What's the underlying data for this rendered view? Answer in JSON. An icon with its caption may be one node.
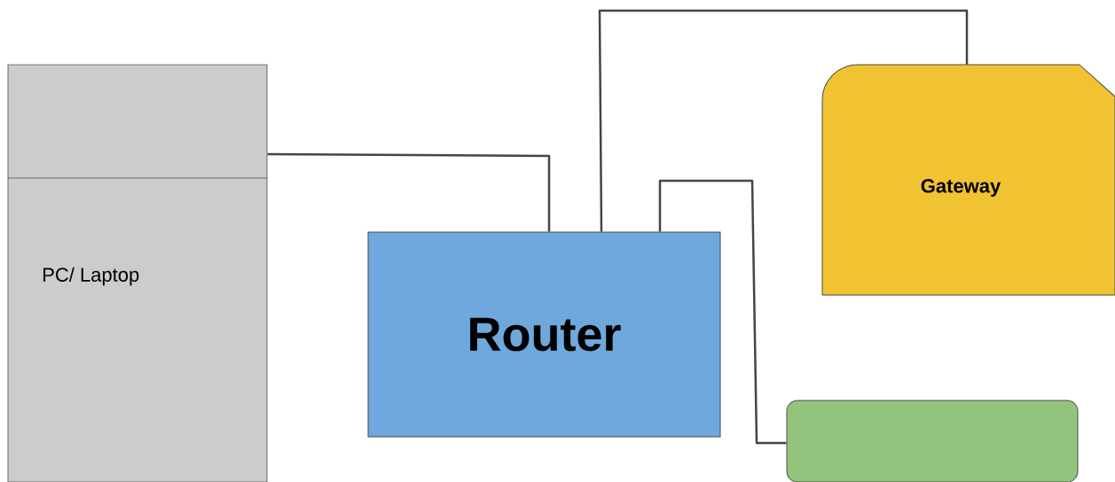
{
  "diagram": {
    "nodes": [
      {
        "text": [
          "PC/ Laptop"
        ]
      },
      {
        "text": [
          "Router"
        ]
      },
      {
        "text": [
          "Gateway"
        ]
      },
      {
        "text": [],
        "shape": "box"
      }
    ],
    "edges": [
      {
        "from": 0,
        "to": 1,
        "arrow": "none"
      },
      {
        "from": 1,
        "to": 2,
        "arrow": "none"
      },
      {
        "from": 1,
        "to": 3,
        "arrow": "none"
      }
    ]
  }
}
